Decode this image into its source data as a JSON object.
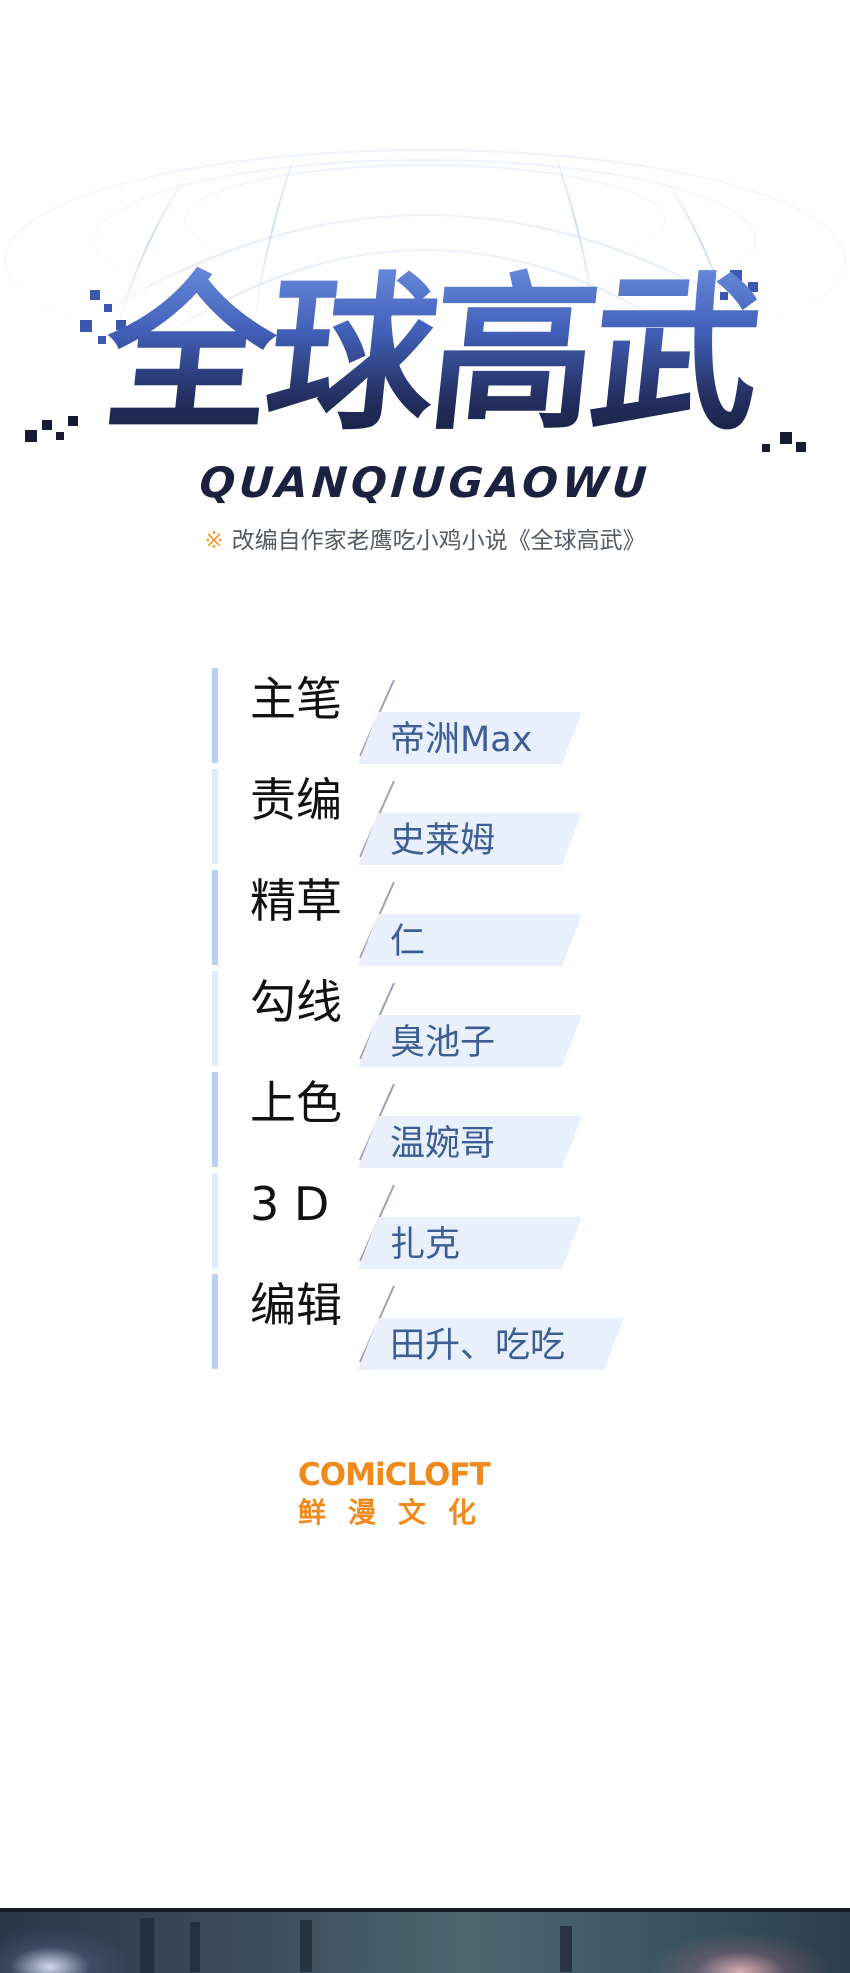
{
  "title": {
    "chinese": "全球高武",
    "pinyin": "QUANQIUGAOWU",
    "adaptation_mark": "※",
    "adaptation_text": "改编自作家老鹰吃小鸡小说《全球高武》"
  },
  "credits": [
    {
      "role": "主笔",
      "name": "帝洲Max"
    },
    {
      "role": "责编",
      "name": "史莱姆"
    },
    {
      "role": "精草",
      "name": "仁"
    },
    {
      "role": "勾线",
      "name": "臭池子"
    },
    {
      "role": "上色",
      "name": "温婉哥"
    },
    {
      "role": "3 D",
      "name": "扎克"
    },
    {
      "role": "编辑",
      "name": "田升、吃吃"
    }
  ],
  "publisher": {
    "name_en": "COMiCLOFT",
    "name_cn": "鲜漫文化"
  },
  "colors": {
    "title_blue": "#4260b8",
    "title_dark": "#141b34",
    "credit_name": "#3d5d94",
    "credit_bar": "#b9d1f3",
    "name_background": "#e8f0fc",
    "publisher_orange": "#f08a1c",
    "adaptation_mark": "#f0a140"
  }
}
